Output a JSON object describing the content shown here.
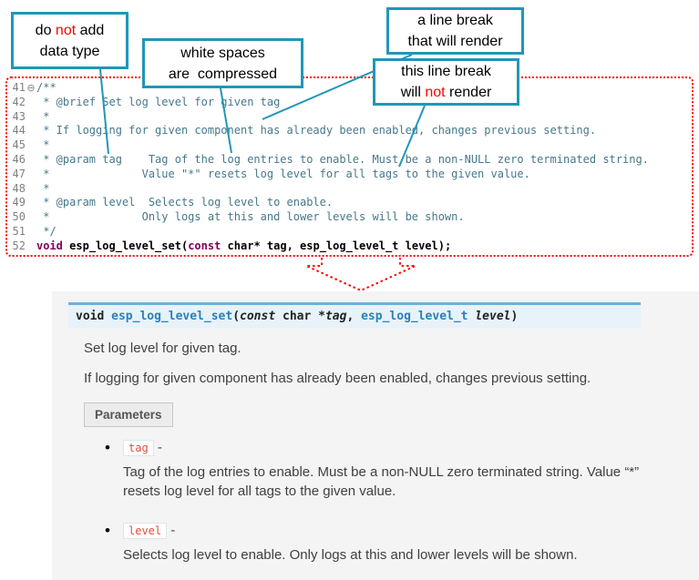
{
  "colors": {
    "callout_border": "#2196b8",
    "highlight_red": "#ff0000",
    "code_comment": "#46788a",
    "code_keyword": "#7f0055",
    "sig_background": "#e7f2fa",
    "sig_border": "#6ab0de",
    "doc_link_blue": "#2980b9",
    "inline_code_red": "#e74c3c"
  },
  "callouts": {
    "no_datatype": {
      "l1a": "do ",
      "l1b": "not",
      "l1c": " add",
      "l2": "data type"
    },
    "whitespace": {
      "l1": "white spaces",
      "l2": "are  compressed"
    },
    "break_renders": {
      "l1": "a line break",
      "l2": "that will render"
    },
    "break_no_render": {
      "l1": "this line break",
      "l2a": "will ",
      "l2b": "not",
      "l2c": " render"
    }
  },
  "code": {
    "lines": [
      {
        "num": "41",
        "fold": "⊖",
        "text": "/**"
      },
      {
        "num": "42",
        "fold": "",
        "text": " * @brief Set log level for given tag"
      },
      {
        "num": "43",
        "fold": "",
        "text": " *"
      },
      {
        "num": "44",
        "fold": "",
        "text": " * If logging for given component has already been enabled, changes previous setting."
      },
      {
        "num": "45",
        "fold": "",
        "text": " *"
      },
      {
        "num": "46",
        "fold": "",
        "text": " * @param tag    Tag of the log entries to enable. Must be a non-NULL zero terminated string."
      },
      {
        "num": "47",
        "fold": "",
        "text": " *              Value \"*\" resets log level for all tags to the given value."
      },
      {
        "num": "48",
        "fold": "",
        "text": " *"
      },
      {
        "num": "49",
        "fold": "",
        "text": " * @param level  Selects log level to enable."
      },
      {
        "num": "50",
        "fold": "",
        "text": " *              Only logs at this and lower levels will be shown."
      },
      {
        "num": "51",
        "fold": "",
        "text": " */"
      }
    ],
    "decl": {
      "num": "52",
      "fold": "",
      "kw1": "void",
      "sp": " ",
      "name": "esp_log_level_set",
      "open": "(",
      "kw2": "const",
      "rest": " char* tag, esp_log_level_t level);"
    }
  },
  "doc": {
    "signature": {
      "ret": "void ",
      "name": "esp_log_level_set",
      "p1": "(",
      "kconst": "const",
      "p2": " char *",
      "arg1": "tag",
      "p3": ", ",
      "type2": "esp_log_level_t ",
      "arg2": "level",
      "p4": ")"
    },
    "brief": "Set log level for given tag.",
    "description": "If logging for given component has already been enabled, changes previous setting.",
    "parameters_label": "Parameters",
    "bullet": "•",
    "params": [
      {
        "name": "tag",
        "sep": " -",
        "desc": "Tag of the log entries to enable. Must be a non-NULL zero terminated string. Value “*” resets log level for all tags to the given value."
      },
      {
        "name": "level",
        "sep": " -",
        "desc": "Selects log level to enable. Only logs at this and lower levels will be shown."
      }
    ]
  }
}
